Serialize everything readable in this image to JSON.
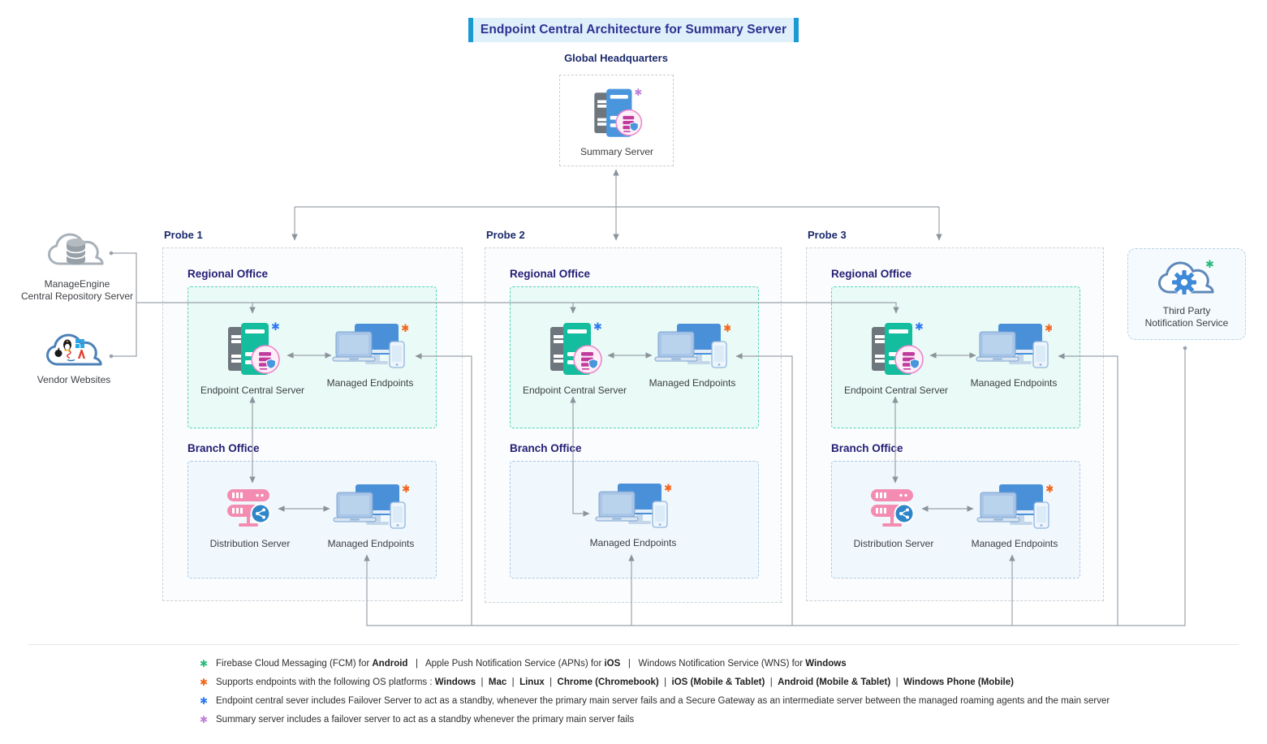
{
  "title": "Endpoint Central Architecture for Summary Server",
  "headquarters": {
    "label": "Global Headquarters",
    "server_label": "Summary Server"
  },
  "left": {
    "repository": {
      "line1": "ManageEngine",
      "line2": "Central Repository Server"
    },
    "vendors": {
      "label": "Vendor Websites"
    }
  },
  "right": {
    "third_party": {
      "line1": "Third Party",
      "line2": "Notification Service"
    }
  },
  "probes": [
    {
      "label": "Probe 1",
      "regional": {
        "title": "Regional Office",
        "server": "Endpoint Central Server",
        "endpoints": "Managed Endpoints"
      },
      "branch": {
        "title": "Branch Office",
        "server": "Distribution Server",
        "endpoints": "Managed Endpoints"
      }
    },
    {
      "label": "Probe 2",
      "regional": {
        "title": "Regional Office",
        "server": "Endpoint Central Server",
        "endpoints": "Managed Endpoints"
      },
      "branch": {
        "title": "Branch Office",
        "endpoints": "Managed Endpoints"
      }
    },
    {
      "label": "Probe 3",
      "regional": {
        "title": "Regional Office",
        "server": "Endpoint Central Server",
        "endpoints": "Managed Endpoints"
      },
      "branch": {
        "title": "Branch Office",
        "server": "Distribution Server",
        "endpoints": "Managed Endpoints"
      }
    }
  ],
  "notes": {
    "asterisk_glyph": "✱"
  },
  "legend": [
    {
      "marker": "✱",
      "marker_color": "#2aba7c",
      "segments": [
        {
          "t": "Firebase Cloud Messaging (FCM) for "
        },
        {
          "t": "Android",
          "b": true
        },
        {
          "t": "   |   Apple Push Notification Service (APNs) for "
        },
        {
          "t": "iOS",
          "b": true
        },
        {
          "t": "   |   Windows Notification Service (WNS) for "
        },
        {
          "t": "Windows",
          "b": true
        }
      ]
    },
    {
      "marker": "✱",
      "marker_color": "#f2661d",
      "segments": [
        {
          "t": "Supports endpoints with the following OS platforms : "
        },
        {
          "t": "Windows",
          "b": true
        },
        {
          "t": "  |  "
        },
        {
          "t": "Mac",
          "b": true
        },
        {
          "t": "  |  "
        },
        {
          "t": "Linux",
          "b": true
        },
        {
          "t": "  |  "
        },
        {
          "t": "Chrome (Chromebook)",
          "b": true
        },
        {
          "t": "  |  "
        },
        {
          "t": "iOS (Mobile & Tablet)",
          "b": true
        },
        {
          "t": "  |  "
        },
        {
          "t": "Android (Mobile & Tablet)",
          "b": true
        },
        {
          "t": "  |  "
        },
        {
          "t": "Windows Phone (Mobile)",
          "b": true
        }
      ]
    },
    {
      "marker": "✱",
      "marker_color": "#2f78f2",
      "segments": [
        {
          "t": "Endpoint central sever includes Failover Server to act as a standby, whenever the primary main server fails and a Secure Gateway as an intermediate server between the managed roaming agents and the main server"
        }
      ]
    },
    {
      "marker": "✱",
      "marker_color": "#c07fd9",
      "segments": [
        {
          "t": "Summary server includes a failover server to act as a standby whenever the primary main server fails"
        }
      ]
    }
  ],
  "colors": {
    "title_accent": "#1b9ad2",
    "title_text": "#2e3192",
    "navy_label": "#1b2a6b",
    "wire_gray": "#9aa2ab",
    "teal_server": "#14bd9e",
    "blue_server": "#4a96dd",
    "pink_badge": "#ec85cc",
    "magenta_mini_server": "#c13a9e",
    "distribution_pink": "#f48cb1",
    "share_blue": "#2e86c8",
    "monitor_blue": "#4a90d9",
    "laptop_blue": "#a9c6e8",
    "regional_zone_fill": "#eafaf6",
    "regional_zone_border": "#52d4bb",
    "branch_zone_fill": "#f1f8fd",
    "branch_zone_border": "#a9c9e5"
  }
}
